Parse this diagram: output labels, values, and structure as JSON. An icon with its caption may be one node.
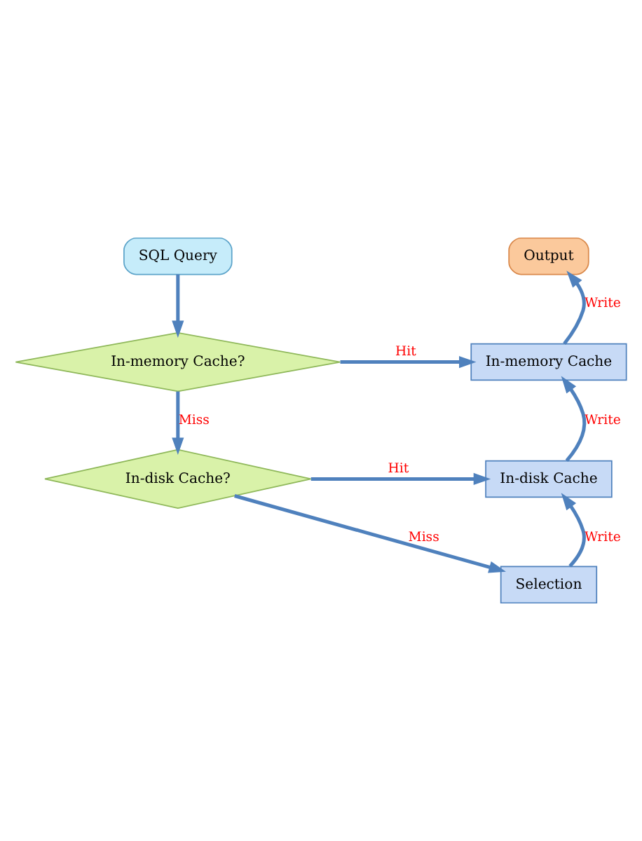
{
  "diagram": {
    "nodes": [
      {
        "text": [
          "SQL Query"
        ]
      },
      {
        "text": [
          "Output"
        ]
      },
      {
        "text": [
          "In-memory Cache?"
        ]
      },
      {
        "text": [
          "In-memory Cache"
        ]
      },
      {
        "text": [
          "In-disk Cache?"
        ]
      },
      {
        "text": [
          "In-disk Cache"
        ]
      },
      {
        "text": [
          "Selection"
        ]
      }
    ],
    "edges": [
      {
        "from": 0,
        "to": 2,
        "arrow": "to"
      },
      {
        "from": 2,
        "to": 3,
        "arrow": "to",
        "label": "Hit"
      },
      {
        "from": 2,
        "to": 4,
        "arrow": "to",
        "label": "Miss"
      },
      {
        "from": 4,
        "to": 5,
        "arrow": "to",
        "label": "Hit"
      },
      {
        "from": 4,
        "to": 6,
        "arrow": "to",
        "label": "Miss"
      },
      {
        "from": 6,
        "to": 5,
        "arrow": "to",
        "label": "Write"
      },
      {
        "from": 5,
        "to": 3,
        "arrow": "to",
        "label": "Write"
      },
      {
        "from": 3,
        "to": 1,
        "arrow": "to",
        "label": "Write"
      }
    ]
  }
}
